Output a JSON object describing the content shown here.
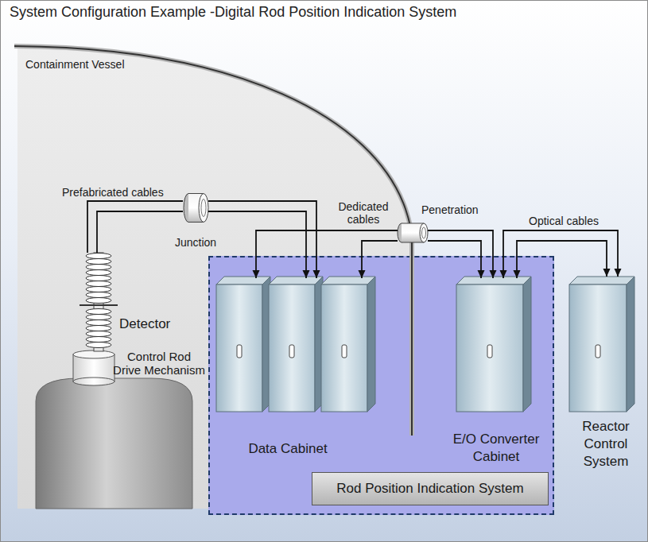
{
  "diagram": {
    "title": "System Configuration Example -Digital Rod Position Indication System",
    "nodes": [
      {
        "text": [
          "Containment Vessel"
        ]
      },
      {
        "text": [
          "Detector"
        ],
        "in": 0
      },
      {
        "text": [
          "Control Rod Drive Mechanism"
        ],
        "in": 0
      },
      {
        "text": [
          "Junction"
        ],
        "in": 0
      },
      {
        "text": [
          "Penetration"
        ]
      },
      {
        "text": [
          "Rod Position Indication System"
        ]
      },
      {
        "text": [
          "Data Cabinet"
        ],
        "in": 5
      },
      {
        "text": [
          "E/O Converter Cabinet"
        ],
        "in": 5
      },
      {
        "text": [
          "Reactor Control System"
        ]
      }
    ],
    "edges": [
      {
        "from": 1,
        "to": 3,
        "label": "Prefabricated cables",
        "arrow": "none"
      },
      {
        "from": 3,
        "to": 6,
        "arrow": "to"
      },
      {
        "from": 4,
        "to": 6,
        "label": "Dedicated cables",
        "arrow": "to"
      },
      {
        "from": 4,
        "to": 7,
        "arrow": "to"
      },
      {
        "from": 7,
        "to": 8,
        "label": "Optical cables",
        "arrow": "both"
      }
    ]
  }
}
